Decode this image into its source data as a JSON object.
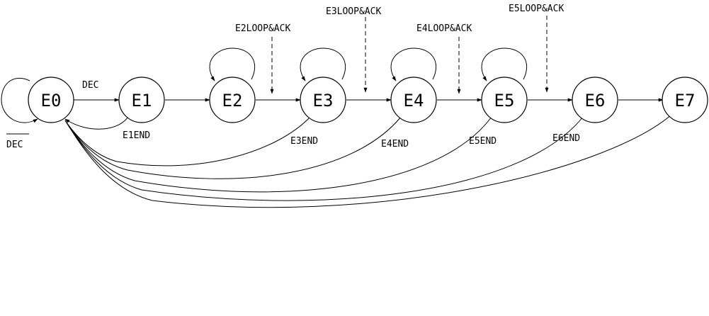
{
  "states": [
    {
      "id": "E0",
      "label": "E0"
    },
    {
      "id": "E1",
      "label": "E1"
    },
    {
      "id": "E2",
      "label": "E2"
    },
    {
      "id": "E3",
      "label": "E3"
    },
    {
      "id": "E4",
      "label": "E4"
    },
    {
      "id": "E5",
      "label": "E5"
    },
    {
      "id": "E6",
      "label": "E6"
    },
    {
      "id": "E7",
      "label": "E7"
    }
  ],
  "transitions": [
    {
      "from": "E0",
      "to": "E0",
      "label": "DEC",
      "overline": true
    },
    {
      "from": "E0",
      "to": "E1",
      "label": "DEC"
    },
    {
      "from": "E1",
      "to": "E2",
      "label": ""
    },
    {
      "from": "E2",
      "to": "E2",
      "label": ""
    },
    {
      "from": "E2",
      "to": "E3",
      "label": ""
    },
    {
      "from": "E3",
      "to": "E3",
      "label": ""
    },
    {
      "from": "E3",
      "to": "E4",
      "label": ""
    },
    {
      "from": "E4",
      "to": "E4",
      "label": ""
    },
    {
      "from": "E4",
      "to": "E5",
      "label": ""
    },
    {
      "from": "E5",
      "to": "E5",
      "label": ""
    },
    {
      "from": "E5",
      "to": "E6",
      "label": ""
    },
    {
      "from": "E6",
      "to": "E7",
      "label": ""
    },
    {
      "from": "E1",
      "to": "E0",
      "label": "E1END"
    },
    {
      "from": "E3",
      "to": "E0",
      "label": "E3END"
    },
    {
      "from": "E4",
      "to": "E0",
      "label": "E4END"
    },
    {
      "from": "E5",
      "to": "E0",
      "label": "E5END"
    },
    {
      "from": "E6",
      "to": "E0",
      "label": "E6END"
    },
    {
      "from": "E7",
      "to": "E0",
      "label": ""
    }
  ],
  "inputs": [
    {
      "label": "E2LOOP&ACK",
      "target": "E2-E3"
    },
    {
      "label": "E3LOOP&ACK",
      "target": "E3-E4"
    },
    {
      "label": "E4LOOP&ACK",
      "target": "E4-E5"
    },
    {
      "label": "E5LOOP&ACK",
      "target": "E5-E6"
    }
  ],
  "colors": {
    "stroke": "#000000",
    "fill": "#ffffff"
  }
}
